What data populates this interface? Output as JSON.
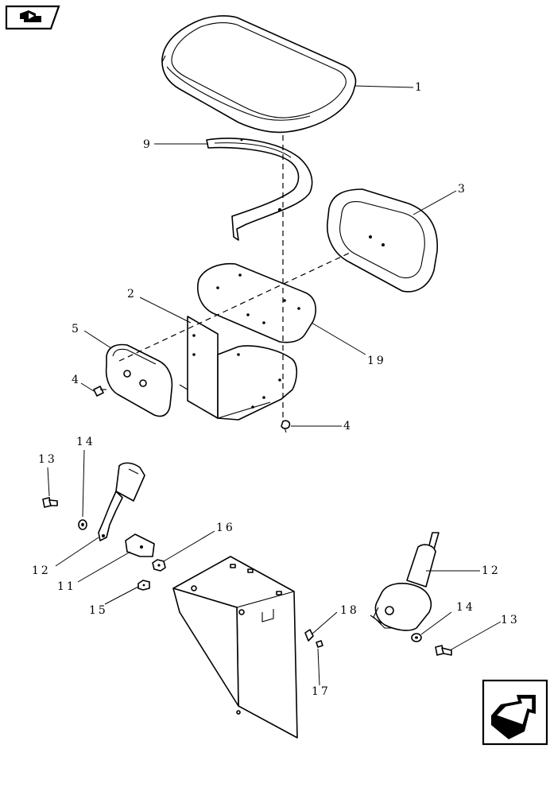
{
  "diagram": {
    "callouts": [
      {
        "id": "c1",
        "text": "1"
      },
      {
        "id": "c9",
        "text": "9"
      },
      {
        "id": "c3",
        "text": "3"
      },
      {
        "id": "c2",
        "text": "2"
      },
      {
        "id": "c5",
        "text": "5"
      },
      {
        "id": "c4a",
        "text": "4"
      },
      {
        "id": "c19",
        "text": "19"
      },
      {
        "id": "c4b",
        "text": "4"
      },
      {
        "id": "c13a",
        "text": "13"
      },
      {
        "id": "c14a",
        "text": "14"
      },
      {
        "id": "c12a",
        "text": "12"
      },
      {
        "id": "c11",
        "text": "11"
      },
      {
        "id": "c16",
        "text": "16"
      },
      {
        "id": "c15",
        "text": "15"
      },
      {
        "id": "c12b",
        "text": "12"
      },
      {
        "id": "c18",
        "text": "18"
      },
      {
        "id": "c14b",
        "text": "14"
      },
      {
        "id": "c13b",
        "text": "13"
      },
      {
        "id": "c17",
        "text": "17"
      }
    ]
  },
  "nav": {
    "back_icon": "arrow-back-icon",
    "forward_icon": "arrow-forward-icon"
  }
}
